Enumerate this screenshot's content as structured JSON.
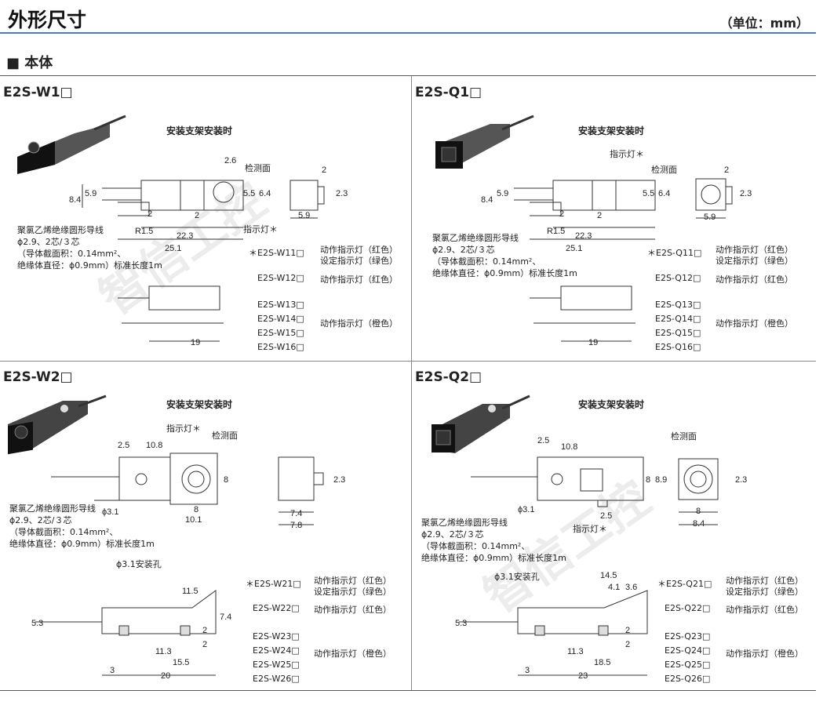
{
  "header": {
    "title": "外形尺寸",
    "unit": "（单位：mm）"
  },
  "section": {
    "title": "■ 本体"
  },
  "mount_label": "安装支架安装时",
  "cable_note": "聚氯乙烯绝缘圆形导线\nϕ2.9、2芯/３芯\n（导体截面积：0.14mm²、\n绝缘体直径：ϕ0.9mm）标准长度1m",
  "panels": {
    "w1": {
      "model": "E2S-W1□",
      "labels": {
        "sense": "检测面",
        "indicator": "指示灯＊",
        "r": "R1.5"
      },
      "dims": {
        "d26": "2.6",
        "d59": "5.9",
        "d84": "8.4",
        "d55": "5.5",
        "d64": "6.4",
        "d2a": "2",
        "d2b": "2",
        "d223": "22.3",
        "d251": "25.1",
        "d2c": "2",
        "d23": "2.3",
        "d59b": "5.9",
        "d19": "19"
      },
      "variants": [
        {
          "model": "＊E2S-W11□",
          "desc": "动作指示灯（红色）\n设定指示灯（绿色）"
        },
        {
          "model": "E2S-W12□",
          "desc": "动作指示灯（红色）"
        },
        {
          "model": "E2S-W13□\nE2S-W14□\nE2S-W15□\nE2S-W16□",
          "desc": "动作指示灯（橙色）"
        }
      ]
    },
    "q1": {
      "model": "E2S-Q1□",
      "labels": {
        "sense": "检测面",
        "indicator": "指示灯＊",
        "r": "R1.5"
      },
      "dims": {
        "d59": "5.9",
        "d84": "8.4",
        "d55": "5.5",
        "d64": "6.4",
        "d2a": "2",
        "d2b": "2",
        "d223": "22.3",
        "d251": "25.1",
        "d2c": "2",
        "d23": "2.3",
        "d59b": "5.9",
        "d19": "19"
      },
      "variants": [
        {
          "model": "＊E2S-Q11□",
          "desc": "动作指示灯（红色）\n设定指示灯（绿色）"
        },
        {
          "model": "E2S-Q12□",
          "desc": "动作指示灯（红色）"
        },
        {
          "model": "E2S-Q13□\nE2S-Q14□\nE2S-Q15□\nE2S-Q16□",
          "desc": "动作指示灯（橙色）"
        }
      ]
    },
    "w2": {
      "model": "E2S-W2□",
      "labels": {
        "sense": "检测面",
        "indicator": "指示灯＊",
        "hole": "ϕ3.1",
        "hole2": "ϕ3.1安装孔"
      },
      "dims": {
        "d25": "2.5",
        "d108": "10.8",
        "d8": "8",
        "d8b": "8",
        "d101": "10.1",
        "d23": "2.3",
        "d74": "7.4",
        "d78": "7.8",
        "d115": "11.5",
        "d53": "5.3",
        "d74b": "7.4",
        "d2a": "2",
        "d2b": "2",
        "d113": "11.3",
        "d155": "15.5",
        "d3": "3",
        "d20": "20"
      },
      "variants": [
        {
          "model": "＊E2S-W21□",
          "desc": "动作指示灯（红色）\n设定指示灯（绿色）"
        },
        {
          "model": "E2S-W22□",
          "desc": "动作指示灯（红色）"
        },
        {
          "model": "E2S-W23□\nE2S-W24□\nE2S-W25□\nE2S-W26□",
          "desc": "动作指示灯（橙色）"
        }
      ]
    },
    "q2": {
      "model": "E2S-Q2□",
      "labels": {
        "sense": "检测面",
        "indicator": "指示灯＊",
        "hole": "ϕ3.1",
        "hole2": "ϕ3.1安装孔"
      },
      "dims": {
        "d25": "2.5",
        "d108": "10.8",
        "d8": "8",
        "d89": "8.9",
        "d25b": "2.5",
        "d23": "2.3",
        "d8b": "8",
        "d84": "8.4",
        "d145": "14.5",
        "d41": "4.1",
        "d36": "3.6",
        "d53": "5.3",
        "d2a": "2",
        "d2b": "2",
        "d113": "11.3",
        "d185": "18.5",
        "d3": "3",
        "d23b": "23"
      },
      "variants": [
        {
          "model": "＊E2S-Q21□",
          "desc": "动作指示灯（红色）\n设定指示灯（绿色）"
        },
        {
          "model": "E2S-Q22□",
          "desc": "动作指示灯（红色）"
        },
        {
          "model": "E2S-Q23□\nE2S-Q24□\nE2S-Q25□\nE2S-Q26□",
          "desc": "动作指示灯（橙色）"
        }
      ]
    }
  },
  "watermark": "智信工控"
}
